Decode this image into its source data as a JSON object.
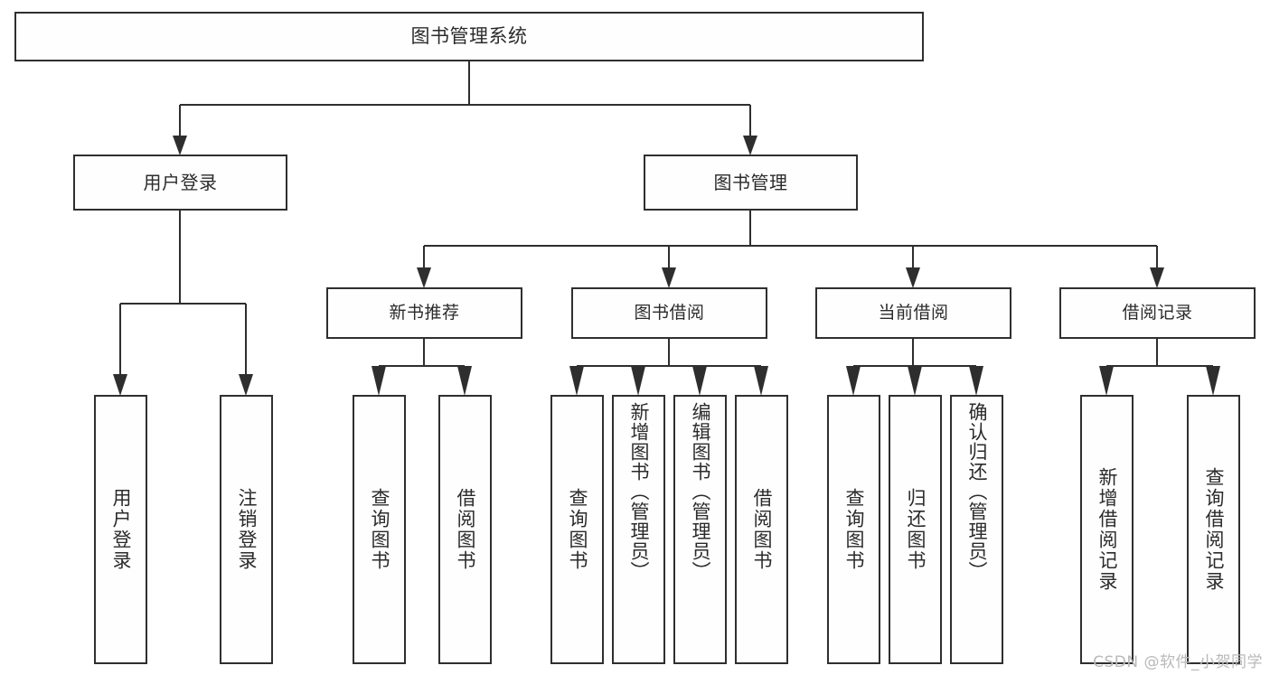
{
  "diagram": {
    "type": "tree",
    "title": "图书管理系统",
    "orientation": "top-down",
    "colors": {
      "box_border": "#2f2f2f",
      "box_fill": "#fefefe",
      "text": "#2b2b2b",
      "connector": "#2e2e2e",
      "background": "#ffffff",
      "watermark": "#b9b9b9"
    },
    "root": {
      "label": "图书管理系统"
    },
    "level2": [
      {
        "label": "用户登录"
      },
      {
        "label": "图书管理"
      }
    ],
    "level3": [
      {
        "label": "新书推荐"
      },
      {
        "label": "图书借阅"
      },
      {
        "label": "当前借阅"
      },
      {
        "label": "借阅记录"
      }
    ],
    "leaves": {
      "user_login": [
        {
          "label": "用户登录"
        },
        {
          "label": "注销登录"
        }
      ],
      "new_book_recommend": [
        {
          "label": "查询图书"
        },
        {
          "label": "借阅图书"
        }
      ],
      "book_borrow": [
        {
          "label": "查询图书"
        },
        {
          "label": "新增图书（管理员）"
        },
        {
          "label": "编辑图书（管理员）"
        },
        {
          "label": "借阅图书"
        }
      ],
      "current_borrow": [
        {
          "label": "查询图书"
        },
        {
          "label": "归还图书"
        },
        {
          "label": "确认归还（管理员）"
        }
      ],
      "borrow_record": [
        {
          "label": "新增借阅记录"
        },
        {
          "label": "查询借阅记录"
        }
      ]
    }
  },
  "watermark": {
    "text": "CSDN @软件_小贺同学"
  }
}
